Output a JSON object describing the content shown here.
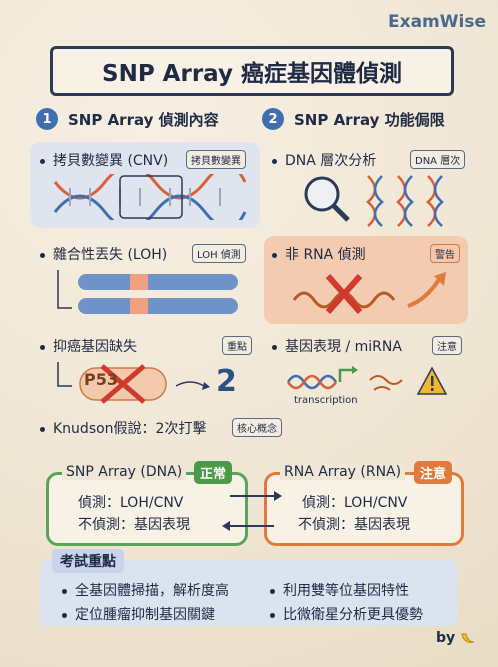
{
  "brand": "ExamWise",
  "title": "SNP Array 癌症基因體偵測",
  "left": {
    "num": "1",
    "heading": "SNP Array 偵測內容",
    "items": [
      {
        "label": "拷貝數變異 (CNV)",
        "tag": "拷貝數變異"
      },
      {
        "label": "雜合性丟失 (LOH)",
        "tag": "LOH 偵測"
      },
      {
        "label": "抑癌基因缺失",
        "tag": "重點",
        "gene": "P53",
        "result": "2"
      },
      {
        "label": "Knudson假說：2次打擊",
        "tag": "核心概念"
      }
    ]
  },
  "right": {
    "num": "2",
    "heading": "SNP Array 功能侷限",
    "items": [
      {
        "label": "DNA 層次分析",
        "tag": "DNA 層次"
      },
      {
        "label": "非 RNA 偵測",
        "tag": "警告"
      },
      {
        "label": "基因表現 / miRNA",
        "tag": "注意",
        "caption": "transcription"
      }
    ]
  },
  "snp_box": {
    "title": "SNP Array (DNA)",
    "badge": "正常",
    "detect": "偵測：LOH/CNV",
    "not_detect": "不偵測：基因表現"
  },
  "rna_box": {
    "title": "RNA Array (RNA)",
    "badge": "注意",
    "detect": "偵測：LOH/CNV",
    "not_detect": "不偵測：基因表現"
  },
  "exam": {
    "title": "考試重點",
    "points": [
      "全基因體掃描，解析度高",
      "利用雙等位基因特性",
      "定位腫瘤抑制基因關鍵",
      "比微衛星分析更具優勢"
    ]
  },
  "byline": "by",
  "colors": {
    "accent": "#3f6fb0",
    "warning": "#e07b3c",
    "ok": "#4a9a4a"
  }
}
